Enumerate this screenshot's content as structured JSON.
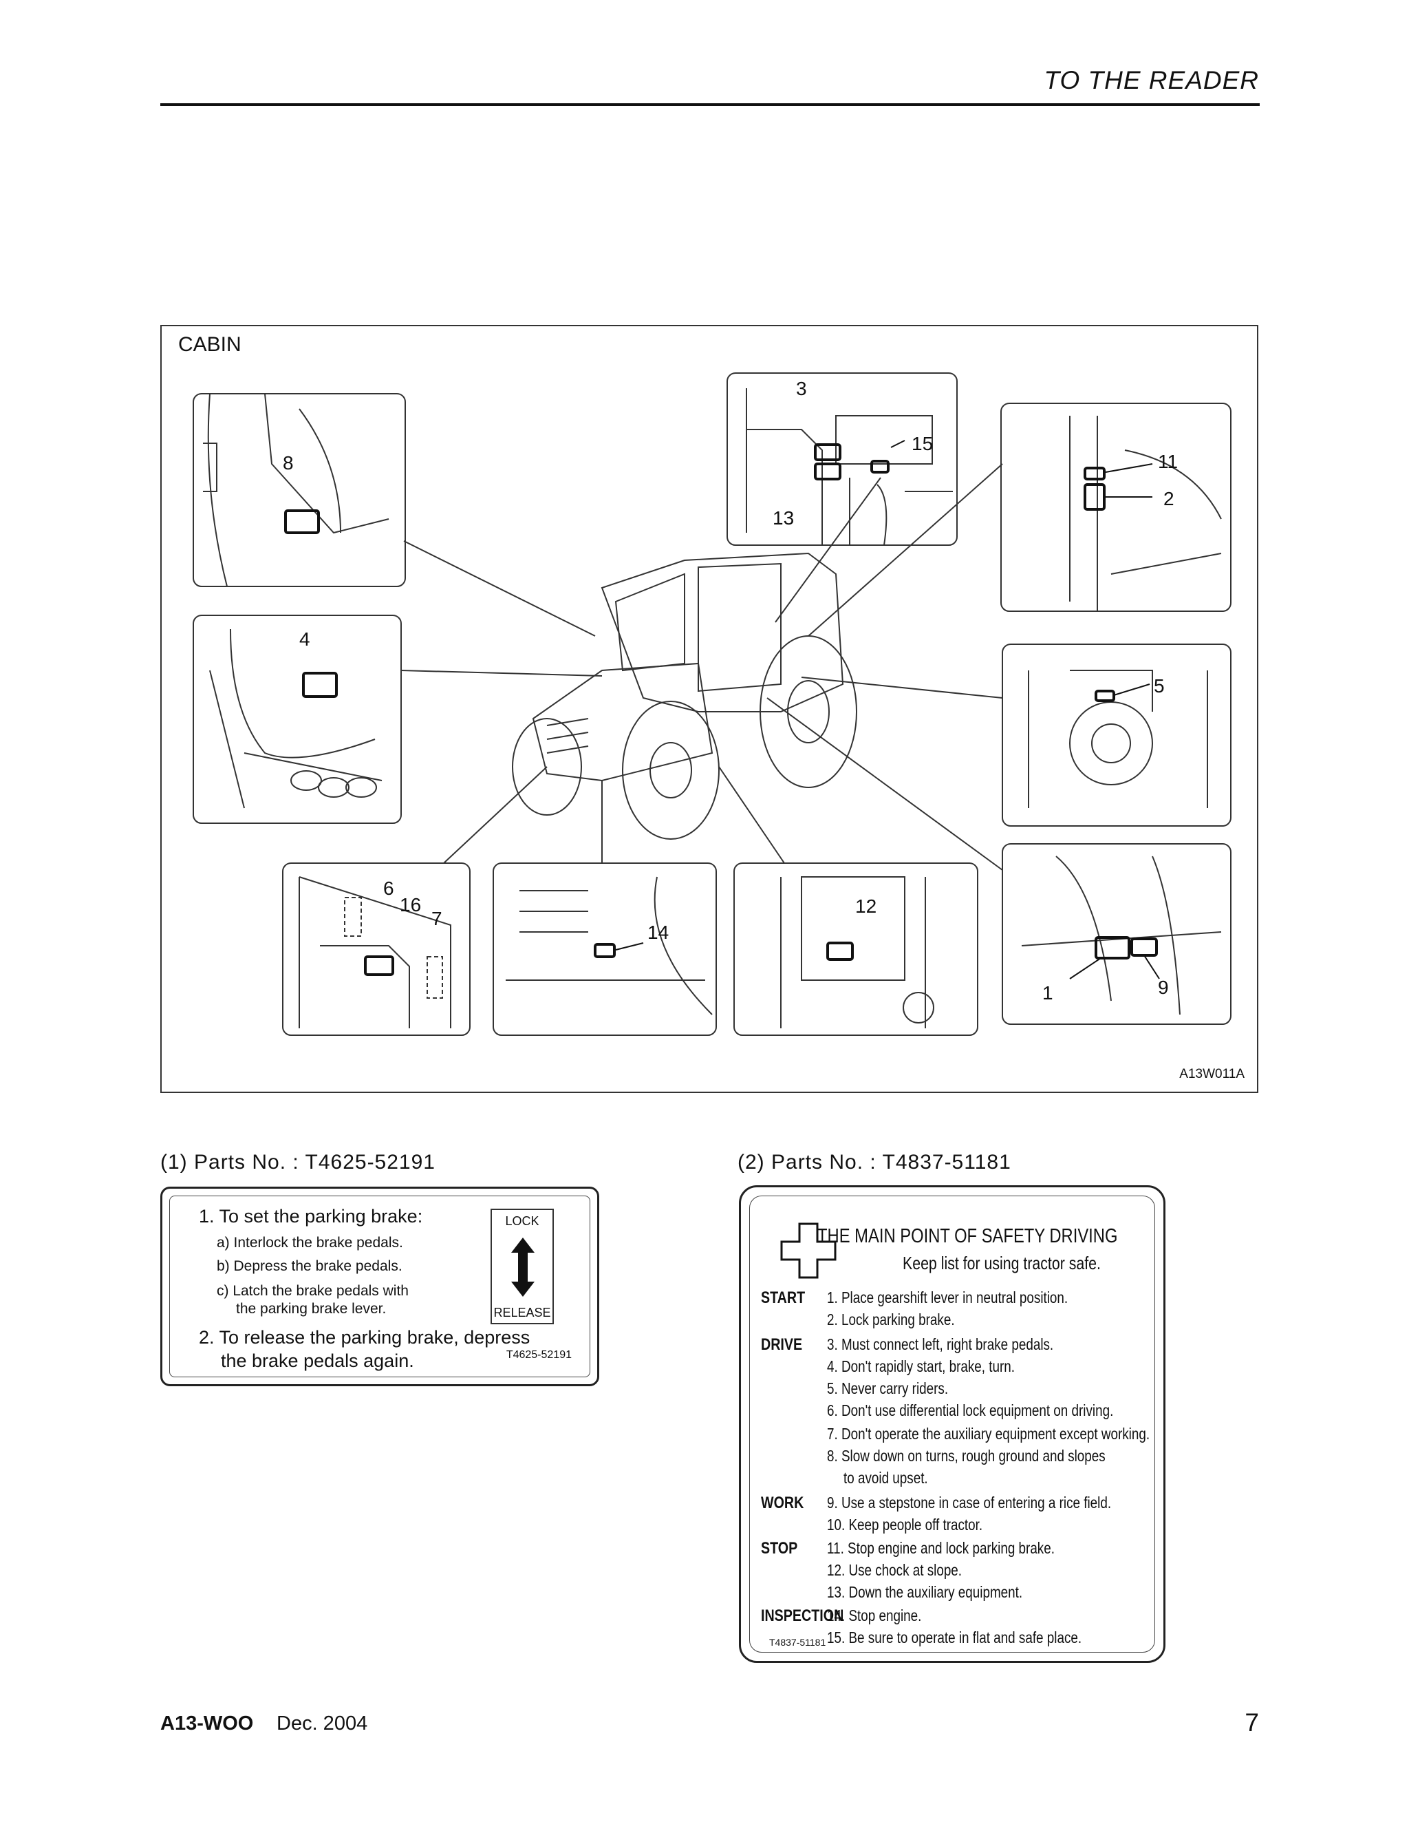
{
  "header": {
    "title": "TO THE READER"
  },
  "figure": {
    "cabin_label": "CABIN",
    "code": "A13W011A",
    "callouts": [
      "8",
      "3",
      "15",
      "13",
      "11",
      "2",
      "4",
      "5",
      "6",
      "16",
      "7",
      "14",
      "12",
      "1",
      "9"
    ]
  },
  "label1": {
    "parts_title": "(1) Parts No. : T4625-52191",
    "line1": "1. To set the parking brake:",
    "line1a": "a) Interlock the brake pedals.",
    "line1b": "b) Depress the brake pedals.",
    "line1c1": "c) Latch the brake pedals with",
    "line1c2": "the parking brake lever.",
    "line2a": "2. To release the parking brake, depress",
    "line2b": "the brake pedals again.",
    "lock": "LOCK",
    "release": "RELEASE",
    "code": "T4625-52191"
  },
  "label2": {
    "parts_title": "(2) Parts No. : T4837-51181",
    "title": "THE MAIN POINT OF SAFETY DRIVING",
    "subtitle": "Keep list for using tractor safe.",
    "sections": {
      "start": "START",
      "drive": "DRIVE",
      "work": "WORK",
      "stop": "STOP",
      "inspection": "INSPECTION"
    },
    "items": [
      "1. Place gearshift lever in neutral position.",
      "2. Lock parking brake.",
      "3. Must connect left, right brake pedals.",
      "4. Don't rapidly start, brake, turn.",
      "5. Never carry riders.",
      "6. Don't use differential lock equipment on driving.",
      "7. Don't operate the auxiliary equipment except working.",
      "8. Slow down on turns, rough ground and slopes",
      "to avoid upset.",
      "9. Use a stepstone in case of entering a rice field.",
      "10. Keep people off tractor.",
      "11. Stop engine and lock parking brake.",
      "12. Use chock at slope.",
      "13. Down the auxiliary equipment.",
      "14. Stop engine.",
      "15. Be sure to operate in flat and safe place."
    ],
    "code": "T4837-51181"
  },
  "footer": {
    "code": "A13-WOO",
    "date": "Dec. 2004",
    "page": "7"
  }
}
